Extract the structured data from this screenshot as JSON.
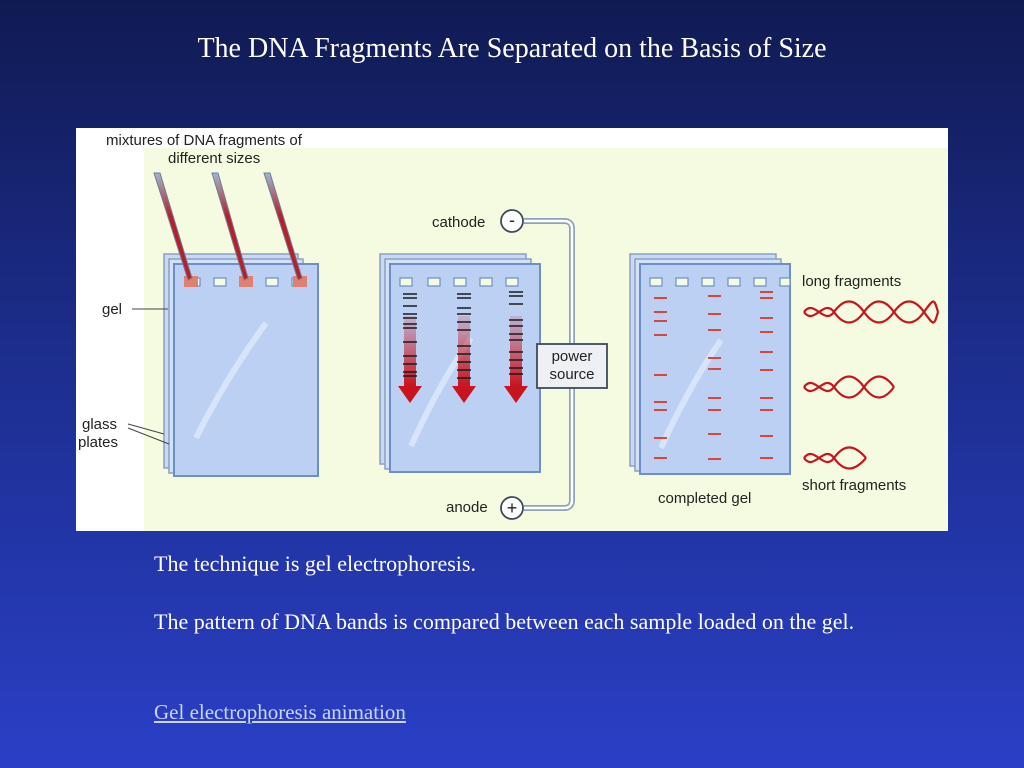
{
  "slide": {
    "title": "The DNA Fragments Are Separated on the Basis of Size",
    "paragraphs": [
      "The technique is gel electrophoresis.",
      "The pattern of DNA bands is compared between each sample loaded on the gel."
    ],
    "link_label": "Gel electrophoresis animation"
  },
  "figure": {
    "mixtures_label_line1": "mixtures of DNA fragments of",
    "mixtures_label_line2": "different sizes",
    "gel_label": "gel",
    "glass_label_line1": "glass",
    "glass_label_line2": "plates",
    "cathode_label": "cathode",
    "cathode_sign": "-",
    "anode_label": "anode",
    "anode_sign": "+",
    "power_label_line1": "power",
    "power_label_line2": "source",
    "completed_label": "completed gel",
    "long_label": "long fragments",
    "short_label": "short fragments"
  },
  "colors": {
    "background_top": "#101a52",
    "background_bottom": "#2a3fc6",
    "figure_bg": "#f5fbe0",
    "gel_blue": "#bcd0f4",
    "band_red": "#d9463c",
    "arrow_red": "#c8141e"
  }
}
